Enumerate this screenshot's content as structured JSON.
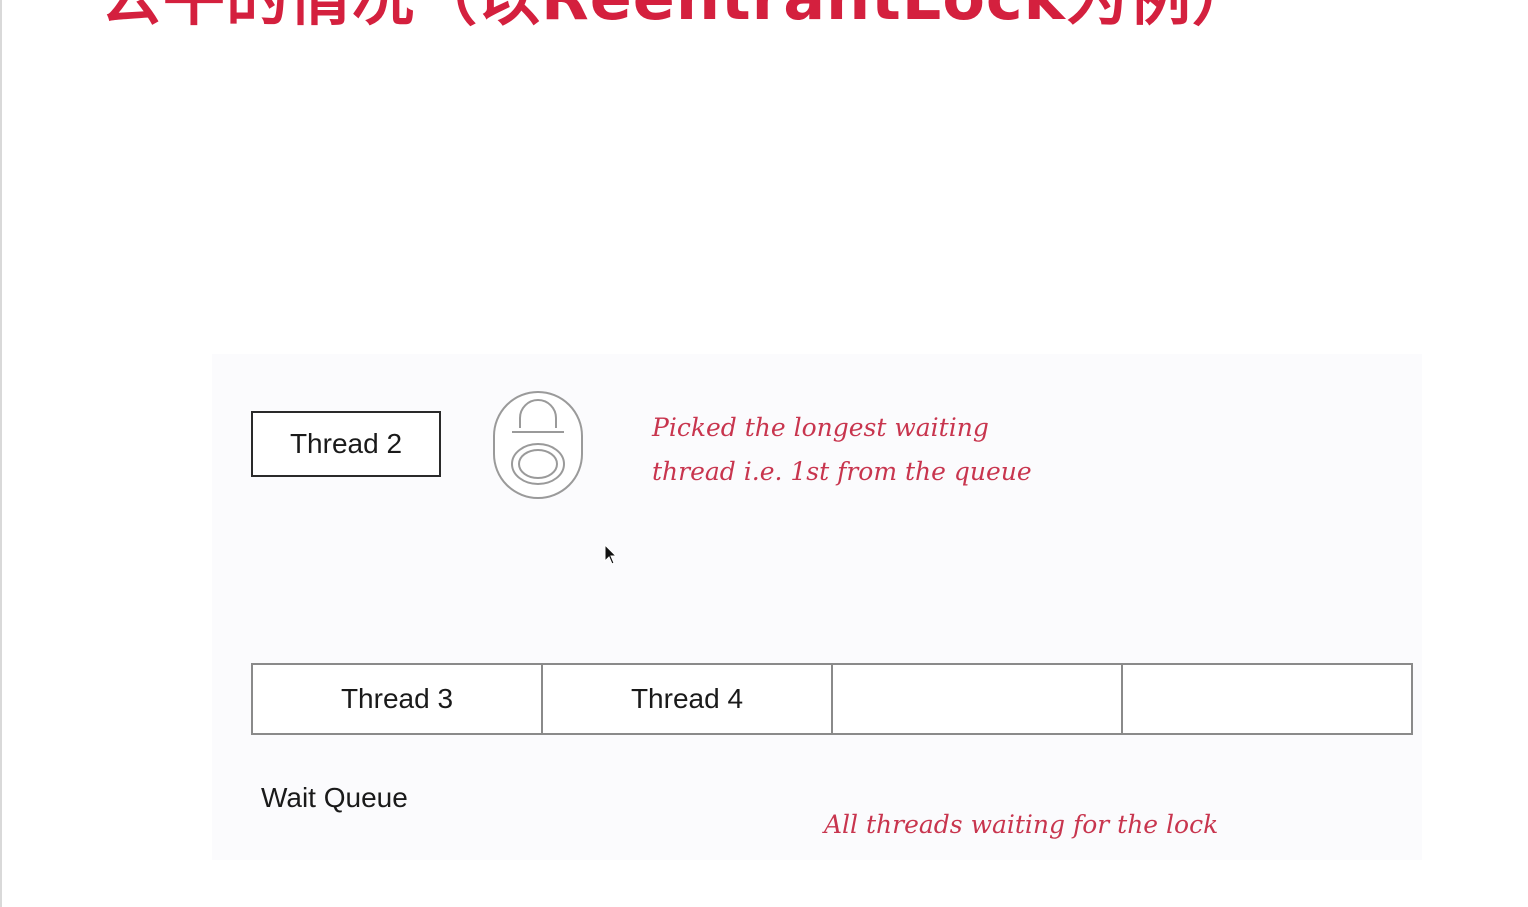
{
  "slide": {
    "title": "公平的情况（以ReentrantLock为例）"
  },
  "diagram": {
    "lock_owner": "Thread 2",
    "lock_icon": "padlock-icon",
    "picked_note": [
      "Picked the longest waiting",
      "thread i.e. 1st from the queue"
    ],
    "queue": {
      "slots": [
        "Thread 3",
        "Thread 4",
        "",
        ""
      ],
      "label": "Wait Queue",
      "note": "All threads waiting for the lock"
    }
  },
  "colors": {
    "title": "#d4203e",
    "note": "#c8354e",
    "panel": "#fbfbfd",
    "box_border": "#2a2a2a"
  }
}
